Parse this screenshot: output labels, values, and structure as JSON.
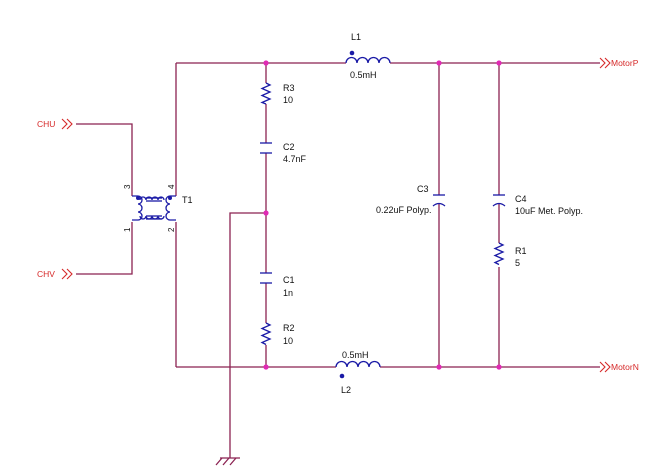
{
  "colors": {
    "wire": "#8b2252",
    "component": "#1a1aa6",
    "port": "#d62a2a",
    "junction": "#e02ab4"
  },
  "ports": {
    "chu": "CHU",
    "chv": "CHV",
    "motorp": "MotorP",
    "motorn": "MotorN"
  },
  "transformer": {
    "ref": "T1",
    "pin1": "1",
    "pin2": "2",
    "pin3": "3",
    "pin4": "4"
  },
  "components": {
    "l1": {
      "ref": "L1",
      "value": "0.5mH"
    },
    "l2": {
      "ref": "L2",
      "value": "0.5mH"
    },
    "r3": {
      "ref": "R3",
      "value": "10"
    },
    "c2": {
      "ref": "C2",
      "value": "4.7nF"
    },
    "c1": {
      "ref": "C1",
      "value": "1n"
    },
    "r2": {
      "ref": "R2",
      "value": "10"
    },
    "c3": {
      "ref": "C3",
      "value": "0.22uF Polyp."
    },
    "c4": {
      "ref": "C4",
      "value": "10uF  Met. Polyp."
    },
    "r1": {
      "ref": "R1",
      "value": "5"
    }
  },
  "icons": [
    "ground-icon",
    "port-arrow-icon",
    "inductor-icon",
    "resistor-icon",
    "capacitor-icon",
    "transformer-icon"
  ]
}
